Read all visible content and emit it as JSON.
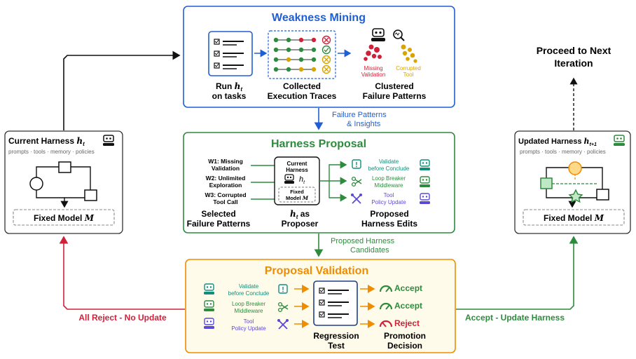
{
  "weakness_mining": {
    "title": "Weakness Mining",
    "run_label_1": "Run ",
    "run_label_h": "h",
    "run_label_t": "t",
    "run_label_2": "on tasks",
    "traces_label_1": "Collected",
    "traces_label_2": "Execution Traces",
    "patterns_label_1": "Clustered",
    "patterns_label_2": "Failure Patterns",
    "missing_1": "Missing",
    "missing_2": "Validation",
    "corrupted_1": "Corrupted",
    "corrupted_2": "Tool"
  },
  "flow1": {
    "line1": "Failure Patterns",
    "line2": "& Insights"
  },
  "current_harness": {
    "title": "Current Harness ",
    "title_h": "h",
    "title_t": "t",
    "subtitle": "prompts · tools · memory · policies",
    "fixed_model": "Fixed Model ",
    "fixed_model_sym": "M"
  },
  "harness_proposal": {
    "title": "Harness Proposal",
    "w1_1": "W1: Missing",
    "w1_2": "Validation",
    "w2_1": "W2: Unlimited",
    "w2_2": "Exploration",
    "w3_1": "W3: Corrupted",
    "w3_2": "Tool Call",
    "proposer_current_1": "Current",
    "proposer_current_2": "Harness",
    "proposer_h": "h",
    "proposer_t": "t",
    "proposer_fixed_1": "Fixed",
    "proposer_fixed_2": "Model ",
    "proposer_fixed_sym": "M",
    "edit1_1": "Validate",
    "edit1_2": "before Conclude",
    "edit2_1": "Loop Breaker",
    "edit2_2": "Middleware",
    "edit3_1": "Tool",
    "edit3_2": "Policy Update",
    "selected_1": "Selected",
    "selected_2": "Failure Patterns",
    "as_proposer_h": "h",
    "as_proposer_t": "t",
    "as_proposer_1": " as",
    "as_proposer_2": "Proposer",
    "proposed_1": "Proposed",
    "proposed_2": "Harness Edits"
  },
  "flow2": {
    "line1": "Proposed Harness",
    "line2": "Candidates"
  },
  "proposal_validation": {
    "title": "Proposal Validation",
    "c1_1": "Validate",
    "c1_2": "before Conclude",
    "c2_1": "Loop Breaker",
    "c2_2": "Middleware",
    "c3_1": "Tool",
    "c3_2": "Policy Update",
    "regression_1": "Regression",
    "regression_2": "Test",
    "promotion_1": "Promotion",
    "promotion_2": "Decision",
    "decisions": [
      "Accept",
      "Accept",
      "Reject"
    ]
  },
  "updated_harness": {
    "title": "Updated Harness ",
    "title_h": "h",
    "title_t": "t",
    "title_plus": "+1",
    "subtitle": "prompts · tools · memory · policies",
    "fixed_model": "Fixed Model ",
    "fixed_model_sym": "M"
  },
  "next_iteration": {
    "line1": "Proceed to Next",
    "line2": "Iteration"
  },
  "reject_label": "All Reject - No Update",
  "accept_label": "Accept - Update Harness",
  "colors": {
    "blue": "#1f5fd6",
    "green": "#2e8b3e",
    "orange": "#f08c00",
    "red": "#d0213a",
    "teal": "#0f8f7a",
    "purple": "#5a49d6",
    "gold": "#d9a400"
  }
}
